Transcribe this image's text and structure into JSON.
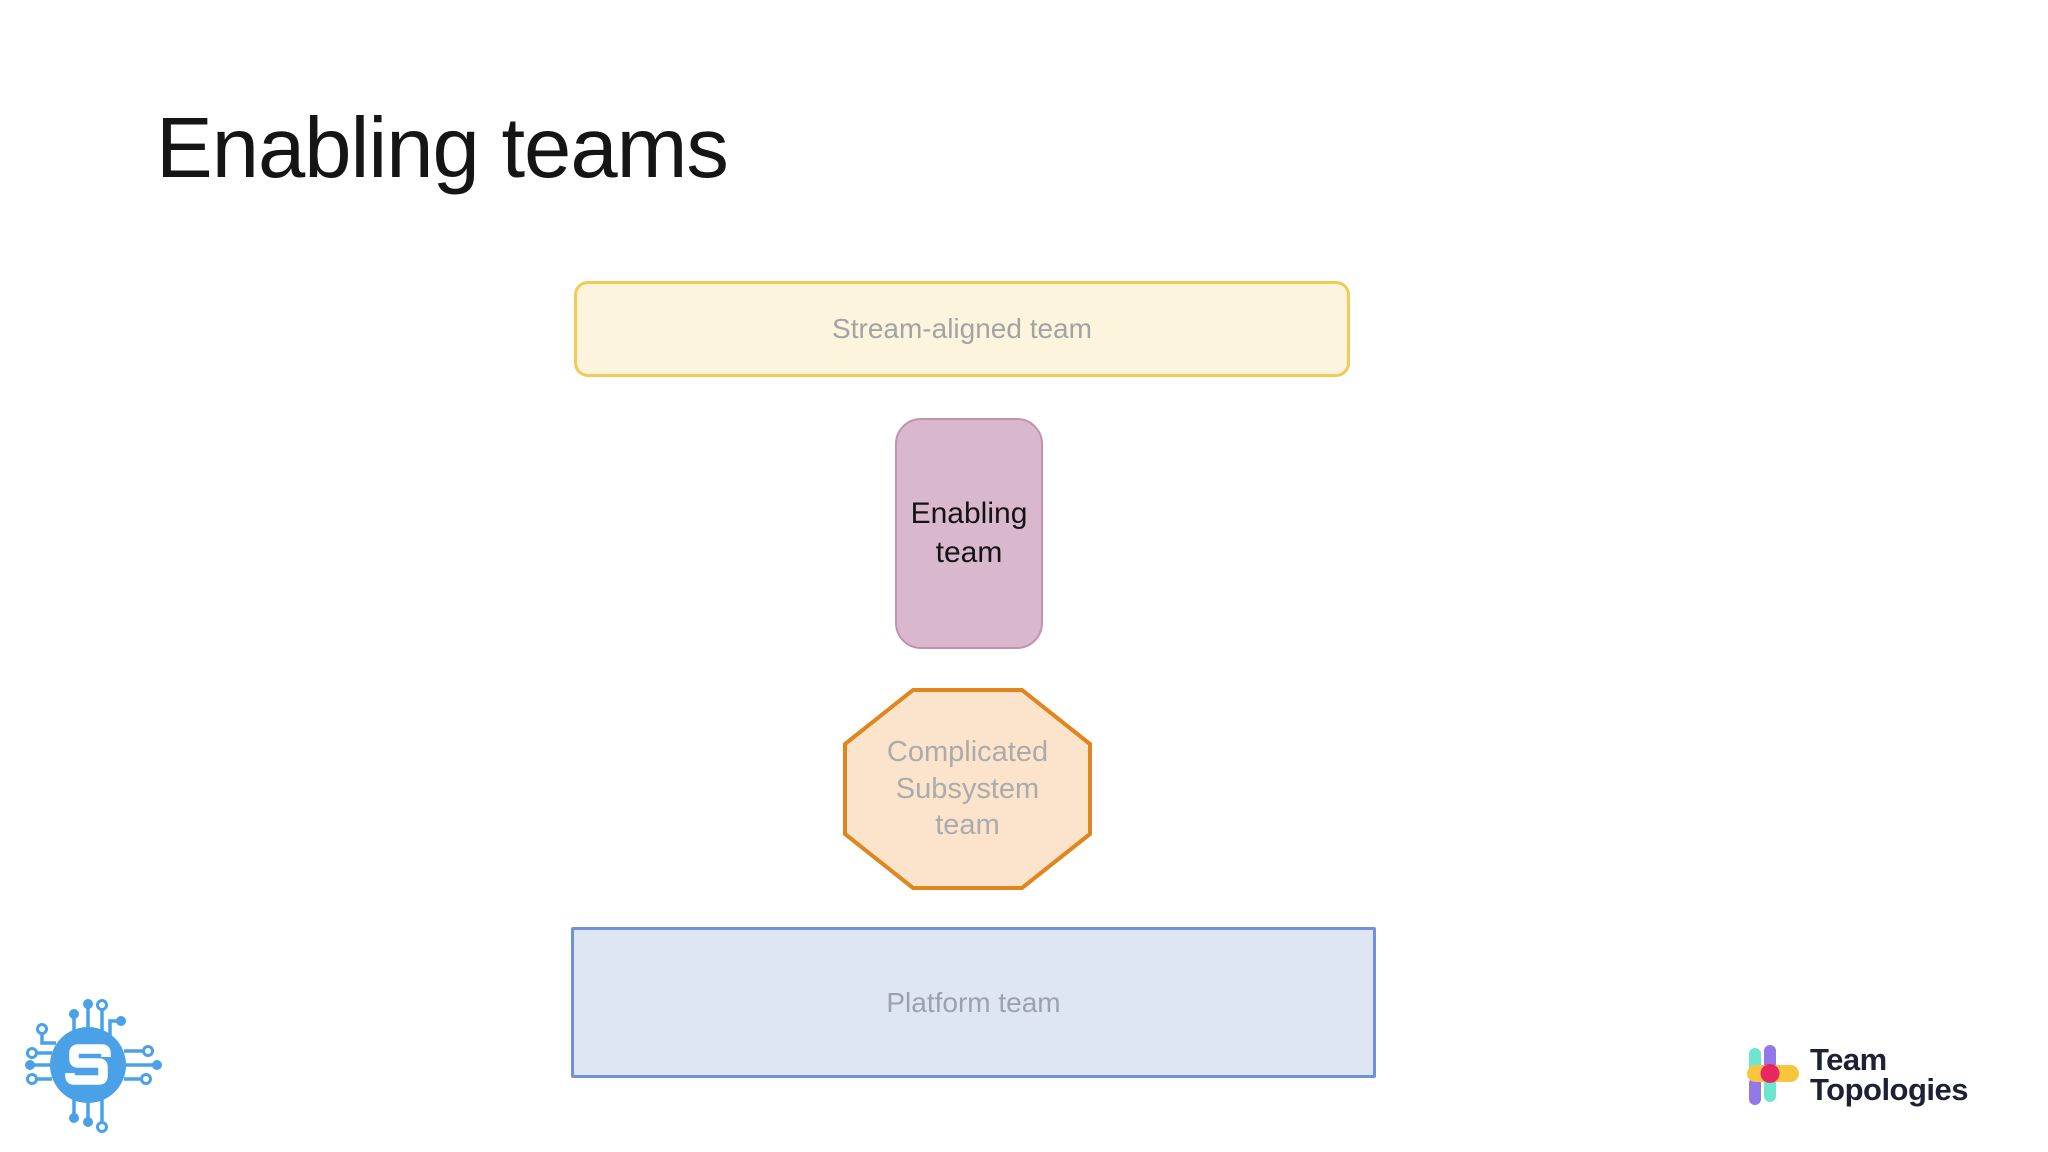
{
  "slide": {
    "title": "Enabling teams",
    "background_color": "#ffffff"
  },
  "diagram": {
    "stream_aligned": {
      "label": "Stream-aligned team",
      "shape": "wide rounded rectangle",
      "fill": "#FCF4DD",
      "border": "#F1CB58",
      "text_color": "#A3A3A3"
    },
    "enabling": {
      "label": "Enabling team",
      "shape": "tall rounded rectangle",
      "fill": "#D9B7CC",
      "border": "#C291B0",
      "text_color": "#141414"
    },
    "complicated_subsystem": {
      "label": "Complicated Subsystem team",
      "shape": "octagon",
      "fill": "#FBE4CB",
      "border": "#DF861F",
      "text_color": "#ABABAB"
    },
    "platform": {
      "label": "Platform team",
      "shape": "wide rectangle",
      "fill": "#DFE6F3",
      "border": "#7191DC",
      "text_color": "#9CA2AD"
    }
  },
  "footer": {
    "circuit_chip_logo": {
      "color": "#4BA1E8",
      "glyph": "S"
    },
    "brand": {
      "line1": "Team",
      "line2": "Topologies",
      "text_color": "#1D2133",
      "mark_colors": {
        "teal": "#6FE4CF",
        "purple": "#9378E7",
        "yellow": "#F9C53F",
        "red": "#E82760"
      }
    }
  }
}
